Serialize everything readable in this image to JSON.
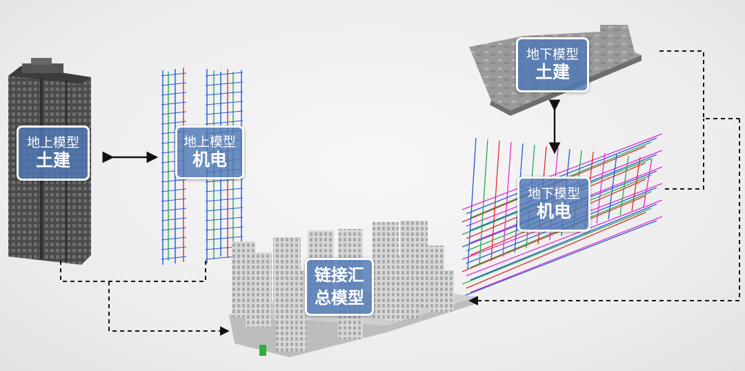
{
  "labels": {
    "above_civil": {
      "line1": "地上模型",
      "line2": "土建"
    },
    "above_mep": {
      "line1": "地上模型",
      "line2": "机电"
    },
    "below_civil": {
      "line1": "地下模型",
      "line2": "土建"
    },
    "below_mep": {
      "line1": "地下模型",
      "line2": "机电"
    },
    "combined": {
      "line1": "链接汇",
      "line2": "总模型"
    }
  },
  "colors": {
    "label_fill": "#4e78b4",
    "label_border": "#ffffff",
    "connector": "#111111",
    "building": "#8c8c8c",
    "mep_blue": "#1f58d6",
    "mep_green": "#26a84a",
    "mep_magenta": "#e02ad4"
  },
  "icons": [
    "tower-civil-model",
    "tower-mep-model",
    "basement-civil-model",
    "basement-mep-model",
    "combined-site-model"
  ]
}
